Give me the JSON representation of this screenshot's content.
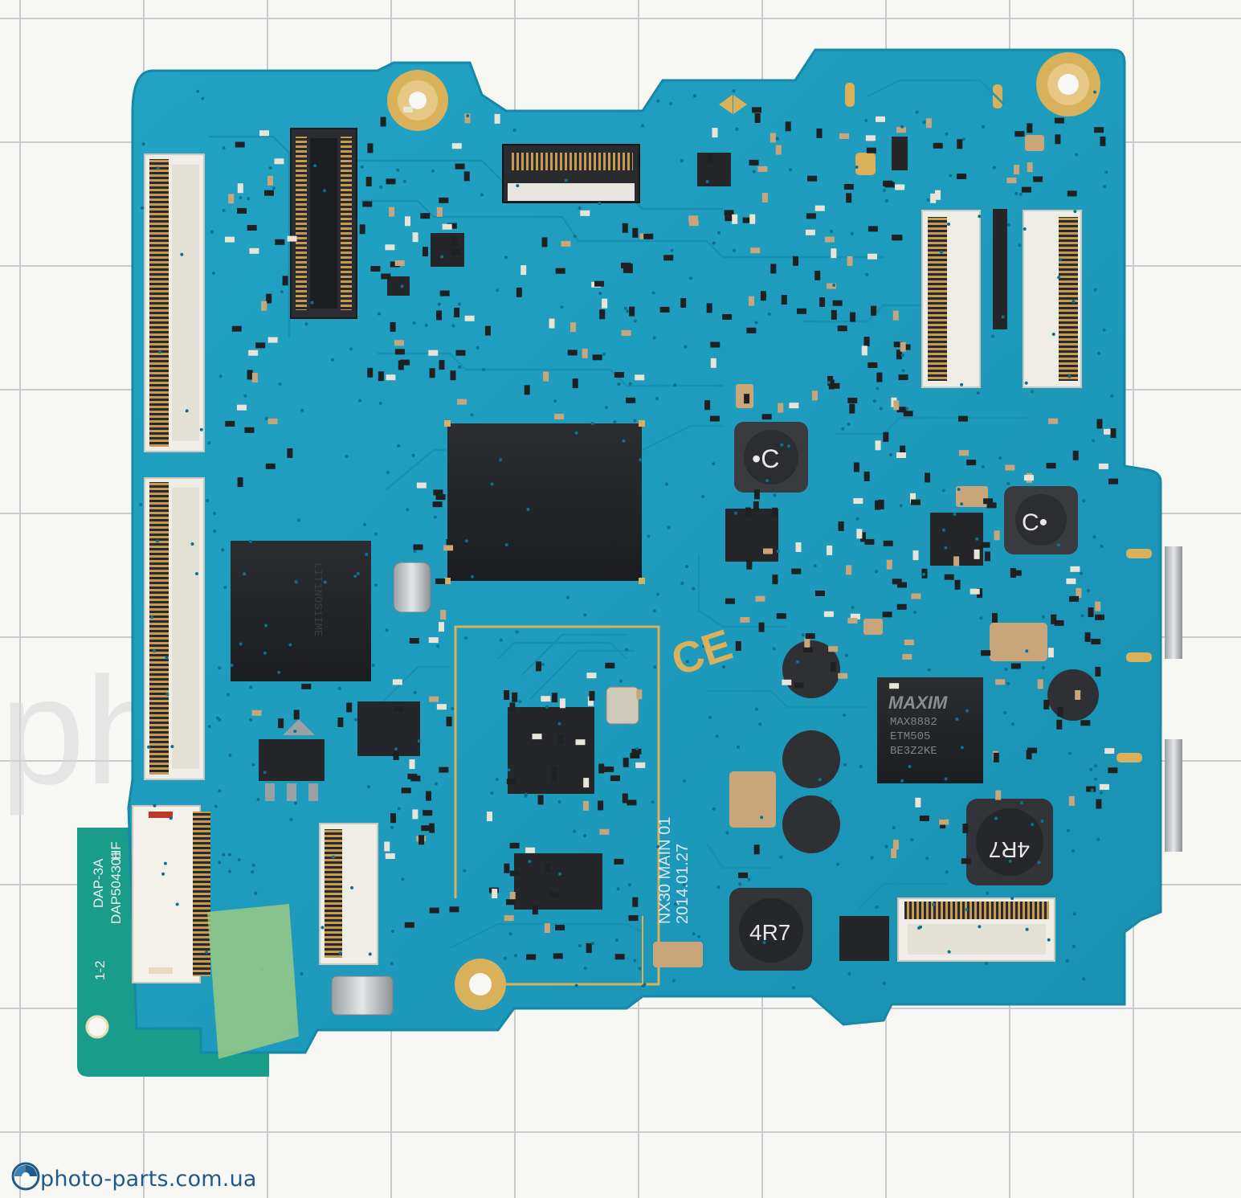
{
  "watermark": {
    "site": "photo-parts.com.ua",
    "background_text": "photo-parts",
    "color": "#1f5a8c"
  },
  "board": {
    "model_marking": "NX30 MAIN 01",
    "date_marking": "2014.01.27",
    "part_number": "DAP504301",
    "fpc_label": "DAP-3A",
    "fpc_code": "HF",
    "fpc_rev": "1-2",
    "ce_mark": "CE",
    "pcb_color": "#1e9bbd",
    "gold_color": "#d9b15a"
  },
  "components": {
    "maxim_chip": {
      "brand": "MAXIM",
      "line1": "MAX8882",
      "line2": "ETM505",
      "line3": "BE3Z2KE"
    },
    "large_bga_marking": "LIT1NOS1IME",
    "inductor_4r7_left": "4R7",
    "inductor_4r7_right": "4R7",
    "inductor_c_left": "•C",
    "inductor_c_right": "C•"
  }
}
